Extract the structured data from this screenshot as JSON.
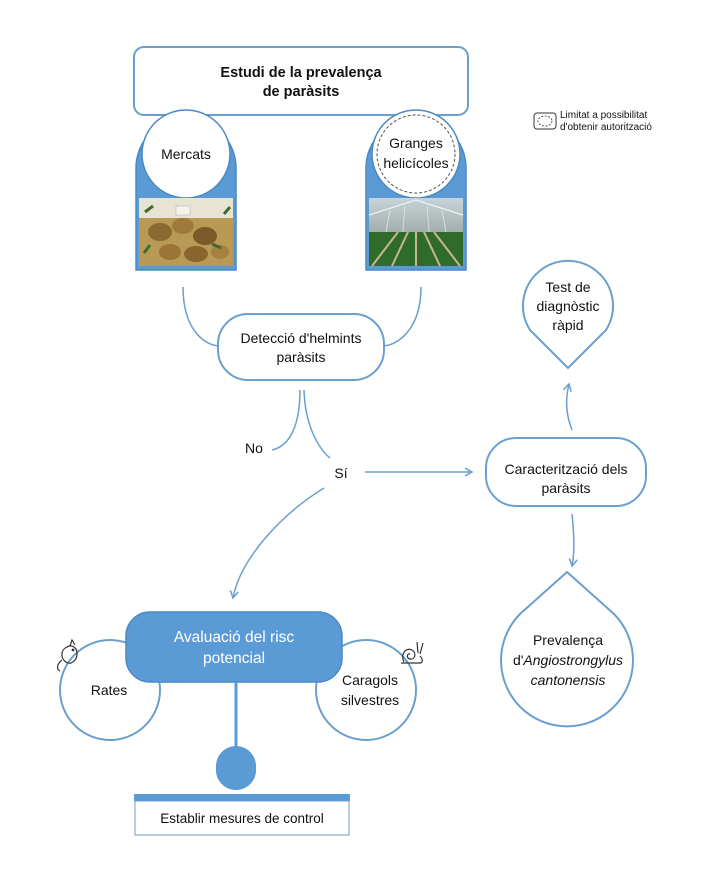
{
  "title": {
    "line1": "Estudi de la prevalença",
    "line2": "de paràsits"
  },
  "legend": {
    "line1": "Limitat a possibilitat",
    "line2": "d'obtenir autorització"
  },
  "sources": {
    "markets": "Mercats",
    "farms": {
      "line1": "Granges",
      "line2": "helicícoles"
    }
  },
  "detection": {
    "line1": "Detecció d'helmints",
    "line2": "paràsits"
  },
  "branches": {
    "no": "No",
    "yes": "Sí"
  },
  "characterization": {
    "line1": "Caracterització dels",
    "line2": "paràsits"
  },
  "rapid_test": {
    "line1": "Test de",
    "line2": "diagnòstic",
    "line3": "ràpid"
  },
  "prevalence": {
    "line1": "Prevalença",
    "line2_prefix": "d'",
    "line2_italic": "Angiostrongylus",
    "line3": "cantonensis"
  },
  "risk": {
    "line1": "Avaluació del risc",
    "line2": "potencial"
  },
  "rats": "Rates",
  "wild_snails": {
    "line1": "Caragols",
    "line2": "silvestres"
  },
  "control": "Establir mesures de control",
  "colors": {
    "accent": "#5b9bd5",
    "stroke": "#6a9fcf"
  }
}
